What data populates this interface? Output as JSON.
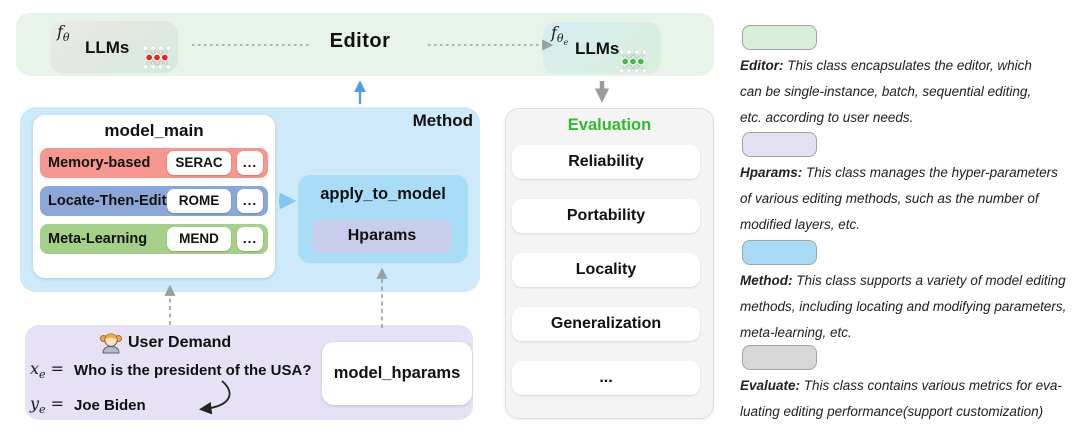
{
  "pipeline": {
    "pre_model": {
      "symbol_base": "f",
      "symbol_sub": "θ",
      "label": "LLMs"
    },
    "editor_label": "Editor",
    "post_model": {
      "symbol_base": "f",
      "symbol_sub": "θ",
      "symbol_subsub": "e",
      "label": "LLMs"
    }
  },
  "method": {
    "title": "Method",
    "model_main": {
      "title": "model_main",
      "rows": [
        {
          "category": "Memory-based",
          "example": "SERAC",
          "more": "...",
          "color": "#f5968f"
        },
        {
          "category": "Locate-Then-Edit",
          "example": "ROME",
          "more": "...",
          "color": "#8ba6d8"
        },
        {
          "category": "Meta-Learning",
          "example": "MEND",
          "more": "...",
          "color": "#a5d089"
        }
      ]
    },
    "apply_to_model": {
      "label": "apply_to_model",
      "hparams_label": "Hparams"
    }
  },
  "user_demand": {
    "title": "User Demand",
    "x_base": "x",
    "x_sub": "e",
    "equals": "=",
    "x_value": "Who is the president of the USA?",
    "y_base": "y",
    "y_sub": "e",
    "y_value": "Joe Biden"
  },
  "model_hparams_label": "model_hparams",
  "evaluation": {
    "title": "Evaluation",
    "metrics": [
      "Reliability",
      "Portability",
      "Locality",
      "Generalization",
      "..."
    ]
  },
  "legend": {
    "items": [
      {
        "label": "Editor:",
        "description": "This class encapsulates the editor, which\ncan be single-instance, batch, sequential editing,\netc. according to user needs.",
        "color": "#d8efd8"
      },
      {
        "label": "Hparams:",
        "description": "This class manages the hyper-parameters\nof various editing methods, such as the number of\nmodified layers, etc.",
        "color": "#e5dff2"
      },
      {
        "label": "Method:",
        "description": "This class supports a variety of model editing\nmethods, including locating and modifying parameters,\nmeta-learning, etc.",
        "color": "#a8d9f5"
      },
      {
        "label": "Evaluate:",
        "description": "This class contains various metrics for eva-\nluating editing performance(support customization)",
        "color": "#d7d7d7"
      }
    ]
  },
  "colors": {
    "pipeline_bar": "#e8f3e9",
    "method_box": "#cde9fa",
    "apply_box": "#a9dcf7",
    "hparams_chip": "#c8cdec",
    "user_demand_box": "#e6e1f4",
    "evaluation_box": "#f4f4f4",
    "evaluation_title_green": "#2ebc2e",
    "blue_arrow": "#4f9ede",
    "gray_arrow": "#9b9b9b"
  }
}
